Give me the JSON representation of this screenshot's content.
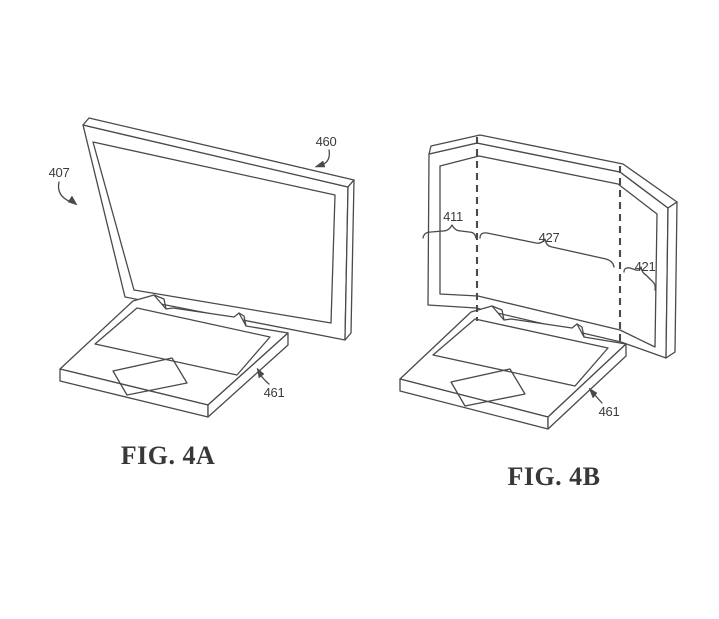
{
  "figures": [
    {
      "caption": "FIG. 4A",
      "labels": [
        {
          "ref": "407"
        },
        {
          "ref": "460"
        },
        {
          "ref": "461"
        }
      ]
    },
    {
      "caption": "FIG. 4B",
      "labels": [
        {
          "ref": "411"
        },
        {
          "ref": "427"
        },
        {
          "ref": "421"
        },
        {
          "ref": "461"
        }
      ]
    }
  ],
  "colors": {
    "line": "#4a4a4a",
    "label_text": "#3b3b3b",
    "caption_text": "#383838",
    "background": "#ffffff"
  }
}
